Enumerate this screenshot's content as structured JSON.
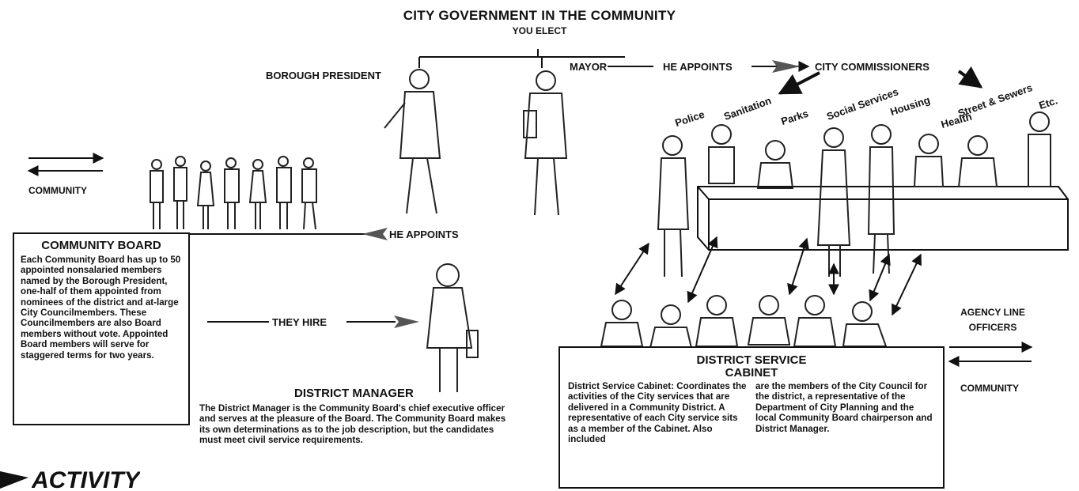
{
  "title": "CITY GOVERNMENT IN THE COMMUNITY",
  "subtitle": "YOU ELECT",
  "labels": {
    "borough_president": "BOROUGH PRESIDENT",
    "mayor": "MAYOR",
    "he_appoints_top": "HE APPOINTS",
    "city_commissioners": "CITY COMMISSIONERS",
    "community_left": "COMMUNITY",
    "he_appoints_board": "HE APPOINTS",
    "they_hire": "THEY HIRE",
    "district_manager": "DISTRICT MANAGER",
    "agency_line_officers": "AGENCY LINE OFFICERS",
    "community_right": "COMMUNITY",
    "bottom_fragment": "ACTIVITY"
  },
  "departments": [
    "Police",
    "Sanitation",
    "Parks",
    "Social Services",
    "Housing",
    "Health",
    "Street & Sewers",
    "Etc."
  ],
  "community_board": {
    "heading": "COMMUNITY BOARD",
    "text": "Each Community Board has up to 50 appointed nonsalaried members named by the Borough President, one-half of them appointed from nominees of the district and at-large City Councilmembers. These Councilmembers are also Board members without vote. Appointed Board members will serve for staggered terms for two years."
  },
  "district_manager_text": "The District Manager is the Community Board's chief executive officer and serves at the pleasure of the Board. The Community Board makes its own determinations as to the job description, but the candidates must meet civil service requirements.",
  "district_service_cabinet": {
    "heading_line1": "DISTRICT SERVICE",
    "heading_line2": "CABINET",
    "col1": "District Service Cabinet: Coordinates the activities of the City services that are delivered in a Community District. A representative of each City service sits as a member of the Cabinet. Also included",
    "col2": "are the members of the City Council for the district, a representative of the Department of City Planning and the local Community Board chairperson and District Manager."
  }
}
